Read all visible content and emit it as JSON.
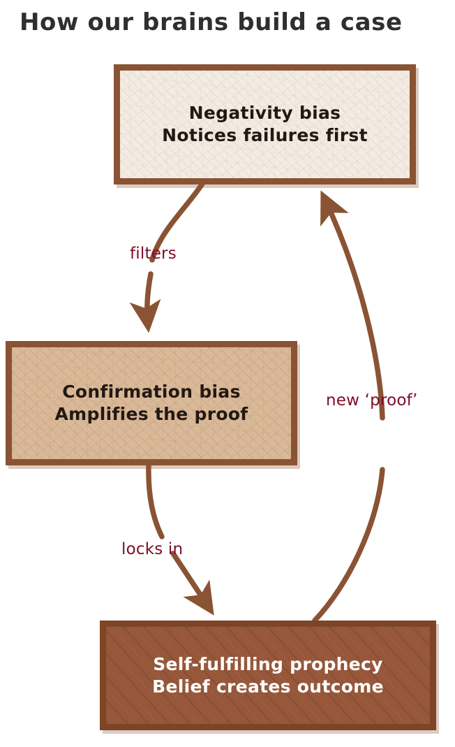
{
  "title": "How our brains build a case",
  "palette": {
    "background": "#ffffff",
    "title_color": "#2f2f2f",
    "border_brown": "#8a5333",
    "arrow_brown": "#8a5333",
    "edge_label_color": "#7e0c28",
    "node1_fill": "#f3ece3",
    "node2_fill": "#d9b998",
    "node3_fill": "#97573a",
    "node3_text": "#ffffff",
    "node_text_dark": "#231812"
  },
  "nodes": [
    {
      "id": "negativity-bias",
      "line1": "Negativity bias",
      "line2": "Notices failures first",
      "text": "Negativity bias\nNotices failures first"
    },
    {
      "id": "confirmation-bias",
      "line1": "Confirmation bias",
      "line2": "Amplifies the proof",
      "text": "Confirmation bias\nAmplifies the proof"
    },
    {
      "id": "self-fulfilling-prophecy",
      "line1": "Self-fulfilling prophecy",
      "line2": "Belief creates outcome",
      "text": "Self-fulfilling prophecy\nBelief creates outcome"
    }
  ],
  "edges": [
    {
      "id": "filters",
      "label": "filters",
      "from": "negativity-bias",
      "to": "confirmation-bias"
    },
    {
      "id": "locks-in",
      "label": "locks in",
      "from": "confirmation-bias",
      "to": "self-fulfilling-prophecy"
    },
    {
      "id": "new-proof",
      "label": "new ‘proof’",
      "from": "self-fulfilling-prophecy",
      "to": "negativity-bias"
    }
  ]
}
